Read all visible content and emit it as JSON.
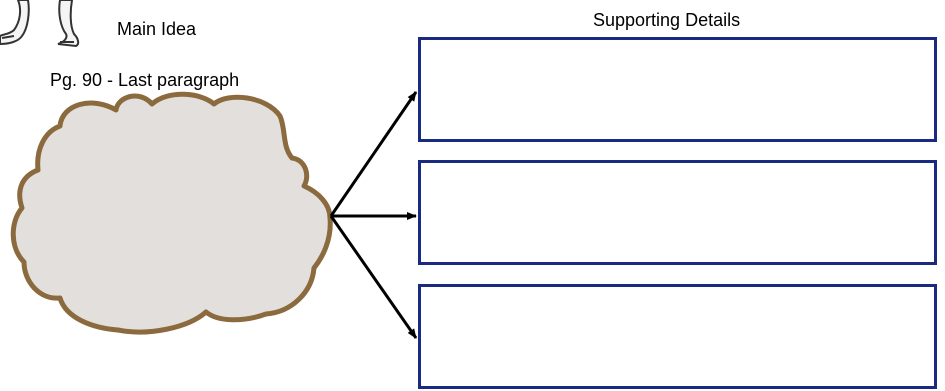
{
  "main_idea": {
    "label": "Main Idea",
    "page_reference": "Pg. 90 - Last paragraph"
  },
  "supporting_details": {
    "heading": "Supporting Details",
    "boxes": [
      "",
      "",
      ""
    ]
  },
  "colors": {
    "cloud_fill": "#e3dfdd",
    "cloud_outline": "#8b6a3e",
    "box_border": "#1a2a80",
    "arrow": "#000000"
  },
  "icons": [
    "legs-clipart-icon"
  ]
}
